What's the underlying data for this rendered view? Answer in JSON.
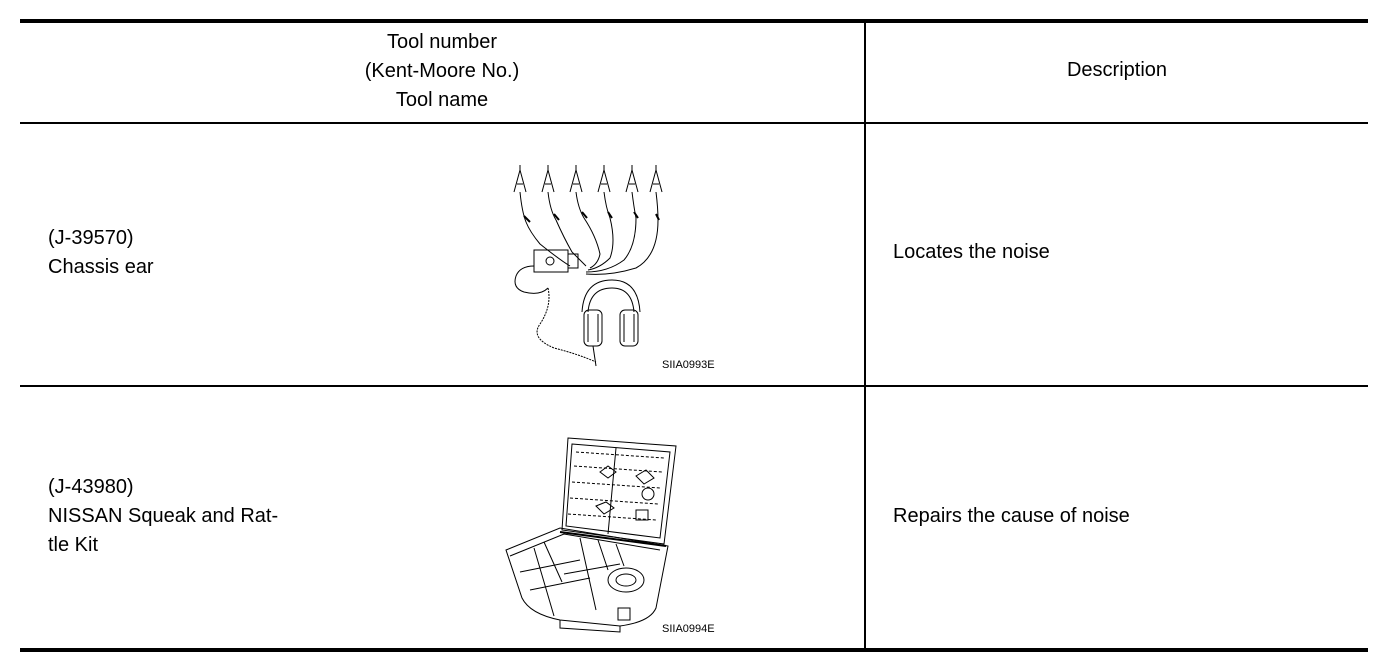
{
  "table": {
    "header": {
      "tool_line1": "Tool number",
      "tool_line2": "(Kent-Moore No.)",
      "tool_line3": "Tool name",
      "description": "Description"
    },
    "rows": [
      {
        "tool_number": "(J-39570)",
        "tool_name_line1": "Chassis ear",
        "illustration_code": "SIIA0993E",
        "description": "Locates the noise"
      },
      {
        "tool_number": "(J-43980)",
        "tool_name_line1": "NISSAN Squeak and Rat-",
        "tool_name_line2": "tle Kit",
        "illustration_code": "SIIA0994E",
        "description": "Repairs the cause of noise"
      }
    ]
  }
}
